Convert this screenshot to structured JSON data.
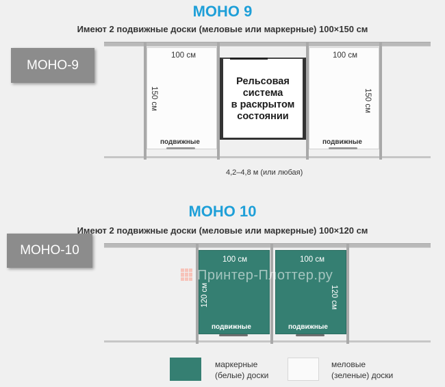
{
  "mono9": {
    "title": "МОНО 9",
    "subtitle": "Имеют 2 подвижные доски (меловые или маркерные) 100×150 см",
    "tag": "МОНО-9",
    "width_label": "100 см",
    "height_label": "150 см",
    "movable_label": "подвижные",
    "center_text_lines": [
      "Рельсовая",
      "система",
      "в раскрытом",
      "состоянии"
    ],
    "total_width": "4,2–4,8 м (или любая)"
  },
  "mono10": {
    "title": "МОНО 10",
    "subtitle": "Имеют 2 подвижные доски (меловые или маркерные) 100×120 см",
    "tag": "МОНО-10",
    "width_label": "100 см",
    "height_label": "120 см",
    "movable_label": "подвижные"
  },
  "legend": {
    "marker_line1": "маркерные",
    "marker_line2": "(белые) доски",
    "chalk_line1": "меловые",
    "chalk_line2": "(зеленые) доски"
  },
  "watermark": "Принтер-Плоттер.ру",
  "colors": {
    "title": "#1e9fd8",
    "marker_board": "#357f72",
    "chalk_board": "#fcfcfc",
    "tag_bg": "#8c8c8c"
  }
}
